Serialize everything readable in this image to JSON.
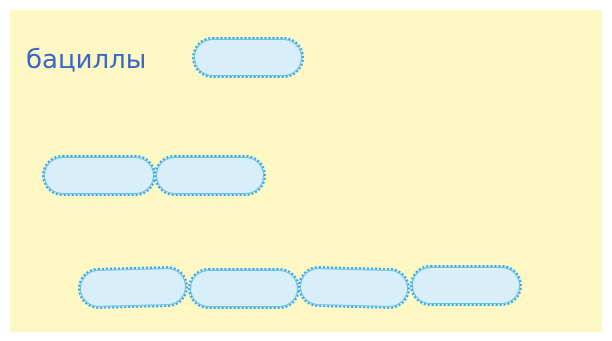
{
  "label": {
    "title": "бациллы"
  },
  "colors": {
    "background": "#fdf7c3",
    "cell_fill": "#d8eefb",
    "cell_outline": "#3aa7cf",
    "label_text": "#3a66c9"
  },
  "groups": [
    {
      "name": "single-bacillus",
      "count": 1
    },
    {
      "name": "diplobacilli",
      "count": 2
    },
    {
      "name": "streptobacilli",
      "count": 4
    }
  ]
}
